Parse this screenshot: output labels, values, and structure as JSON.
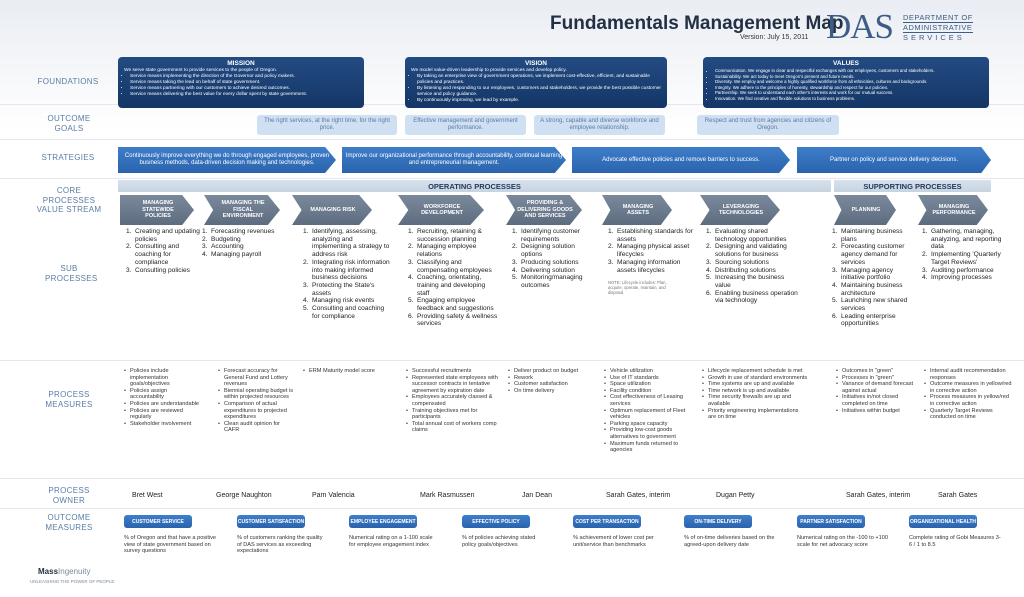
{
  "header": {
    "title": "Fundamentals Management Map",
    "version": "Version: July 15, 2011",
    "logo": "DAS",
    "dept": [
      "DEPARTMENT OF",
      "ADMINISTRATIVE",
      "SERVICES"
    ]
  },
  "row_labels": {
    "foundations": "FOUNDATIONS",
    "outcome_goals": "OUTCOME GOALS",
    "strategies": "STRATEGIES",
    "core": "CORE PROCESSES VALUE STREAM",
    "sub": "SUB PROCESSES",
    "measures": "PROCESS MEASURES",
    "owner": "PROCESS OWNER",
    "outcome_measures": "OUTCOME MEASURES"
  },
  "foundations": {
    "mission": {
      "title": "MISSION",
      "lines": [
        "We serve state government to provide services to the people of Oregon.",
        "Service means implementing the direction of the Governor and policy makers.",
        "Service means taking the lead on behalf of state government.",
        "Service means partnering with our customers to achieve desired outcomes.",
        "Service means delivering the best value for every dollar spent by state government."
      ]
    },
    "vision": {
      "title": "VISION",
      "lines": [
        "We model value-driven leadership to provide services and develop policy.",
        "By taking an enterprise view of government operations, we implement cost-effective, efficient, and sustainable policies and practices.",
        "By listening and responding to our employees, customers and stakeholders, we provide the best possible customer service and policy guidance.",
        "By continuously improving, we lead by example."
      ]
    },
    "values": {
      "title": "VALUES",
      "lines": [
        "Communication. We engage in clear and respectful exchanges with our employees, customers and stakeholders.",
        "Sustainability. We act today to meet Oregon's present and future needs.",
        "Diversity. We employ and welcome a highly qualified workforce from all ethnicities, cultures and backgrounds.",
        "Integrity. We adhere to the principles of honesty, stewardship and respect for our policies.",
        "Partnership. We seek to understand each other's interests and work for our mutual success.",
        "Innovation. We find creative and flexible solutions to business problems."
      ]
    }
  },
  "outcome_goals": [
    "The right services, at the right time, for the right price.",
    "Effective management and government performance.",
    "A strong, capable and diverse workforce and employee relationship.",
    "Respect and trust from agencies and citizens of Oregon."
  ],
  "strategies": [
    "Continuously improve everything we do through engaged employees, proven business methods, data-driven decision making and technologies.",
    "Improve our organizational performance through accountability, continual learning and entrepreneurial management.",
    "Advocate effective policies and remove barriers to success.",
    "Partner on policy and service delivery decisions."
  ],
  "bands": {
    "operating": "OPERATING PROCESSES",
    "supporting": "SUPPORTING PROCESSES"
  },
  "columns": [
    {
      "process": "MANAGING STATEWIDE POLICIES",
      "sub": [
        "Creating and updating policies",
        "Consulting and coaching for compliance",
        "Consulting policies"
      ],
      "measures": [
        "Policies include implementation goals/objectives",
        "Policies assign accountability",
        "Policies are understandable",
        "Policies are reviewed regularly",
        "Stakeholder involvement"
      ],
      "owner": "Bret West",
      "om_label": "CUSTOMER SERVICE",
      "om_text": "% of Oregon and that have a positive view of state government based on survey questions"
    },
    {
      "process": "MANAGING THE FISCAL ENVIRONMENT",
      "sub": [
        "Forecasting revenues",
        "Budgeting",
        "Accounting",
        "Managing payroll"
      ],
      "measures": [
        "Forecast accuracy for General Fund and Lottery revenues",
        "Biennial operating budget is within projected resources",
        "Comparison of actual expenditures to projected expenditures",
        "Clean audit opinion for CAFR"
      ],
      "owner": "George Naughton",
      "om_label": "CUSTOMER SATISFACTION",
      "om_text": "% of customers ranking the quality of DAS services as exceeding expectations"
    },
    {
      "process": "MANAGING RISK",
      "sub": [
        "Identifying, assessing, analyzing and implementing a strategy to address risk",
        "Integrating risk information into making informed business decisions",
        "Protecting the State's assets",
        "Managing risk events",
        "Consulting and coaching for compliance"
      ],
      "measures": [
        "ERM Maturity model score"
      ],
      "owner": "Pam Valencia",
      "om_label": "EMPLOYEE ENGAGEMENT",
      "om_text": "Numerical rating on a 1-100 scale for employee engagement index"
    },
    {
      "process": "WORKFORCE DEVELOPMENT",
      "sub": [
        "Recruiting, retaining & succession planning",
        "Managing employee relations",
        "Classifying and compensating employees",
        "Coaching, orientating, training and developing staff",
        "Engaging employee feedback and suggestions",
        "Providing safety & wellness services"
      ],
      "measures": [
        "Successful recruitments",
        "Represented state employees with successor contracts in tentative agreement by expiration date",
        "Employees accurately classed & compensated",
        "Training objectives met for participants",
        "Total annual cost of workers comp claims"
      ],
      "owner": "Mark Rasmussen",
      "om_label": "EFFECTIVE POLICY",
      "om_text": "% of policies achieving stated policy goals/objectives"
    },
    {
      "process": "PROVIDING & DELIVERING GOODS AND SERVICES",
      "sub": [
        "Identifying customer requirements",
        "Designing solution options",
        "Producing solutions",
        "Delivering solution",
        "Monitoring/managing outcomes"
      ],
      "measures": [
        "Deliver product on budget",
        "Rework",
        "Customer satisfaction",
        "On time delivery"
      ],
      "owner": "Jan Dean",
      "om_label": "COST PER TRANSACTION",
      "om_text": "% achievement of lower cost per unit/service than benchmarks"
    },
    {
      "process": "MANAGING ASSETS",
      "sub": [
        "Establishing standards for assets",
        "Managing physical asset lifecycles",
        "Managing information assets lifecycles"
      ],
      "note": "NOTE: Lifecycle includes: Plan, acquire, operate, maintain, and disposal",
      "measures": [
        "Vehicle utilization",
        "Use of IT standards",
        "Space utilization",
        "Facility condition",
        "Cost effectiveness of Leasing services",
        "Optimum replacement of Fleet vehicles",
        "Parking space capacity",
        "Providing low-cost goods alternatives to government",
        "Maximum funds returned to agencies"
      ],
      "owner": "Sarah Gates, interim",
      "om_label": "ON-TIME DELIVERY",
      "om_text": "% of on-time deliveries based on the agreed-upon delivery date"
    },
    {
      "process": "LEVERAGING TECHNOLOGIES",
      "sub": [
        "Evaluating shared technology opportunities",
        "Designing and validating solutions for business",
        "Sourcing solutions",
        "Distributing solutions",
        "Increasing the business value",
        "Enabling business operation via technology"
      ],
      "measures": [
        "Lifecycle replacement schedule is met",
        "Growth in use of standard environments",
        "Time systems are up and available",
        "Time network is up and available",
        "Time security firewalls are up and available",
        "Priority engineering implementations are on time"
      ],
      "owner": "Dugan Petty",
      "om_label": "PARTNER SATISFACTION",
      "om_text": "Numerical rating on the -100 to +100 scale for net advocacy score"
    },
    {
      "process": "PLANNING",
      "sub": [
        "Maintaining business plans",
        "Forecasting customer agency demand for services",
        "Managing agency initiative portfolio",
        "Maintaining business architecture",
        "Launching new shared services",
        "Leading enterprise opportunities"
      ],
      "measures": [
        "Outcomes in \"green\"",
        "Processes in \"green\"",
        "Variance of demand forecast against actual",
        "Initiatives in/not closed completed on time",
        "Initiatives within budget"
      ],
      "owner": "Sarah Gates, interim",
      "om_label": "ORGANIZATIONAL HEALTH",
      "om_text": "Complete rating of Gobi Measures 3-6 / 1 to 8.5"
    },
    {
      "process": "MANAGING PERFORMANCE",
      "sub": [
        "Gathering, managing, analyzing, and reporting data",
        "Implementing 'Quarterly Target Reviews'",
        "Auditing performance",
        "Improving processes"
      ],
      "measures": [
        "Internal audit recommendation responses",
        "Outcome measures in yellow/red in corrective action",
        "Process measures in yellow/red in corrective action",
        "Quarterly Target Reviews conducted on time"
      ],
      "owner": "Sarah Gates"
    }
  ],
  "footer": {
    "logo": "Mass",
    "logo2": "Ingenuity",
    "tagline": "UNLEASHING THE POWER OF PEOPLE"
  }
}
